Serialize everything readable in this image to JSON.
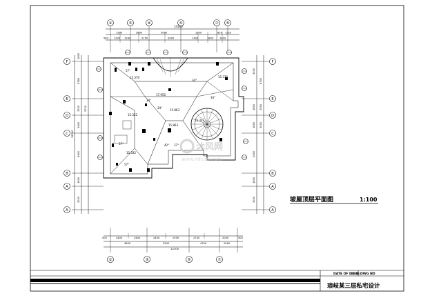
{
  "drawing": {
    "title": "坡屋顶层平面图",
    "scale": "1:100",
    "titleblock": {
      "date_label": "DATE OF ISSUE:",
      "date_value": "2008",
      "dwg_label": "DWG NO",
      "dwg_value": "7",
      "project": "琅岐某三层私宅设计"
    },
    "top_axes": [
      "①",
      "③",
      "④",
      "⑤",
      "⑦",
      "⑨"
    ],
    "bottom_axes": [
      "①",
      "③",
      "⑤",
      "⑦"
    ],
    "left_axes": [
      "F",
      "E",
      "D",
      "C",
      "B",
      "A",
      "A"
    ],
    "right_axes": [
      "F",
      "E",
      "D",
      "C",
      "B",
      "A",
      "A"
    ],
    "top_dims": {
      "overall": "14300",
      "row2": [
        "1500",
        "5800",
        "5000",
        "1500",
        "820",
        "1520"
      ],
      "row3": [
        "580",
        "1290",
        "1260",
        "2150",
        "2000",
        "1300",
        "1800",
        "1010"
      ]
    },
    "bottom_dims": {
      "row1": [
        "500",
        "2400",
        "2400",
        "2400",
        "2500",
        "2700",
        "2000",
        "500"
      ],
      "row2": [
        "4800",
        "5500",
        "4700",
        "2000"
      ],
      "overall": "14300"
    },
    "left_dims": [
      "1800",
      "5780",
      "2700",
      "3300",
      "3400",
      "5400",
      "1800",
      "3000",
      "15700"
    ],
    "right_dims": [
      "3000",
      "4700",
      "1800",
      "2500",
      "1800",
      "3000",
      "2400",
      "1800",
      "3000"
    ],
    "roof_notes": [
      "34°",
      "34°",
      "34°",
      "34°",
      "37°",
      "42°",
      "37°",
      "57°",
      "57°"
    ],
    "levels": [
      "15.370",
      "15.370",
      "17.950",
      "15.332",
      "15.332",
      "15.863",
      "15.863",
      "15.332"
    ],
    "watermark": "沐风网",
    "watermark_url": "www.mfcad.com"
  }
}
